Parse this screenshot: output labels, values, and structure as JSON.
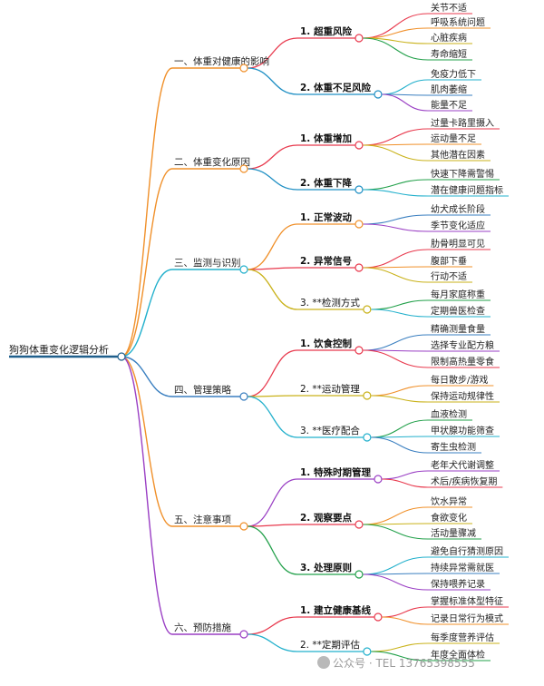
{
  "root": "狗狗体重变化逻辑分析",
  "sections": [
    {
      "label": "一、体重对健康的影响",
      "color": "#f0902a",
      "subs": [
        {
          "label": "1. 超重风险",
          "bold": true,
          "color": "#e8394d",
          "leaves": [
            "关节不适",
            "呼吸系统问题",
            "心脏疾病",
            "寿命缩短"
          ]
        },
        {
          "label": "2. 体重不足风险",
          "bold": true,
          "color": "#1f8fc4",
          "leaves": [
            "免疫力低下",
            "肌肉萎缩",
            "能量不足"
          ]
        }
      ]
    },
    {
      "label": "二、体重变化原因",
      "color": "#f0902a",
      "subs": [
        {
          "label": "1. 体重增加",
          "bold": true,
          "color": "#e8394d",
          "leaves": [
            "过量卡路里摄入",
            "运动量不足",
            "其他潜在因素"
          ]
        },
        {
          "label": "2. 体重下降",
          "bold": true,
          "color": "#1f8fc4",
          "leaves": [
            "快速下降需警惕",
            "潜在健康问题指标"
          ]
        }
      ]
    },
    {
      "label": "三、监测与识别",
      "color": "#22b0cc",
      "subs": [
        {
          "label": "1. 正常波动",
          "bold": true,
          "color": "#f0902a",
          "leaves": [
            "幼犬成长阶段",
            "季节变化适应"
          ]
        },
        {
          "label": "2. 异常信号",
          "bold": true,
          "color": "#e8394d",
          "leaves": [
            "肋骨明显可见",
            "腹部下垂",
            "行动不适"
          ]
        },
        {
          "label": "3. **检测方式",
          "bold": false,
          "color": "#c9b21a",
          "leaves": [
            "每月家庭称重",
            "定期兽医检查"
          ]
        }
      ]
    },
    {
      "label": "四、管理策略",
      "color": "#3a7fc0",
      "subs": [
        {
          "label": "1. 饮食控制",
          "bold": true,
          "color": "#e8394d",
          "leaves": [
            "精确测量食量",
            "选择专业配方粮",
            "限制高热量零食"
          ]
        },
        {
          "label": "2. **运动管理",
          "bold": false,
          "color": "#c9b21a",
          "leaves": [
            "每日散步/游戏",
            "保持运动规律性"
          ]
        },
        {
          "label": "3. **医疗配合",
          "bold": false,
          "color": "#22b0cc",
          "leaves": [
            "血液检测",
            "甲状腺功能筛查",
            "寄生虫检测"
          ]
        }
      ]
    },
    {
      "label": "五、注意事项",
      "color": "#f0902a",
      "subs": [
        {
          "label": "1. 特殊时期管理",
          "bold": true,
          "color": "#9a3fc4",
          "leaves": [
            "老年犬代谢调整",
            "术后/疾病恢复期"
          ]
        },
        {
          "label": "2. 观察要点",
          "bold": true,
          "color": "#e8394d",
          "leaves": [
            "饮水异常",
            "食欲变化",
            "活动量骤减"
          ]
        },
        {
          "label": "3. 处理原则",
          "bold": true,
          "color": "#22a04a",
          "leaves": [
            "避免自行猜测原因",
            "持续异常需就医",
            "保持喂养记录"
          ]
        }
      ]
    },
    {
      "label": "六、预防措施",
      "color": "#9a3fc4",
      "subs": [
        {
          "label": "1. 建立健康基线",
          "bold": true,
          "color": "#e8394d",
          "leaves": [
            "掌握标准体型特征",
            "记录日常行为模式"
          ]
        },
        {
          "label": "2. **定期评估",
          "bold": false,
          "color": "#22b0cc",
          "leaves": [
            "每季度营养评估",
            "年度全面体检"
          ]
        }
      ]
    }
  ],
  "watermark": "公众号 · TEL 13765398555"
}
